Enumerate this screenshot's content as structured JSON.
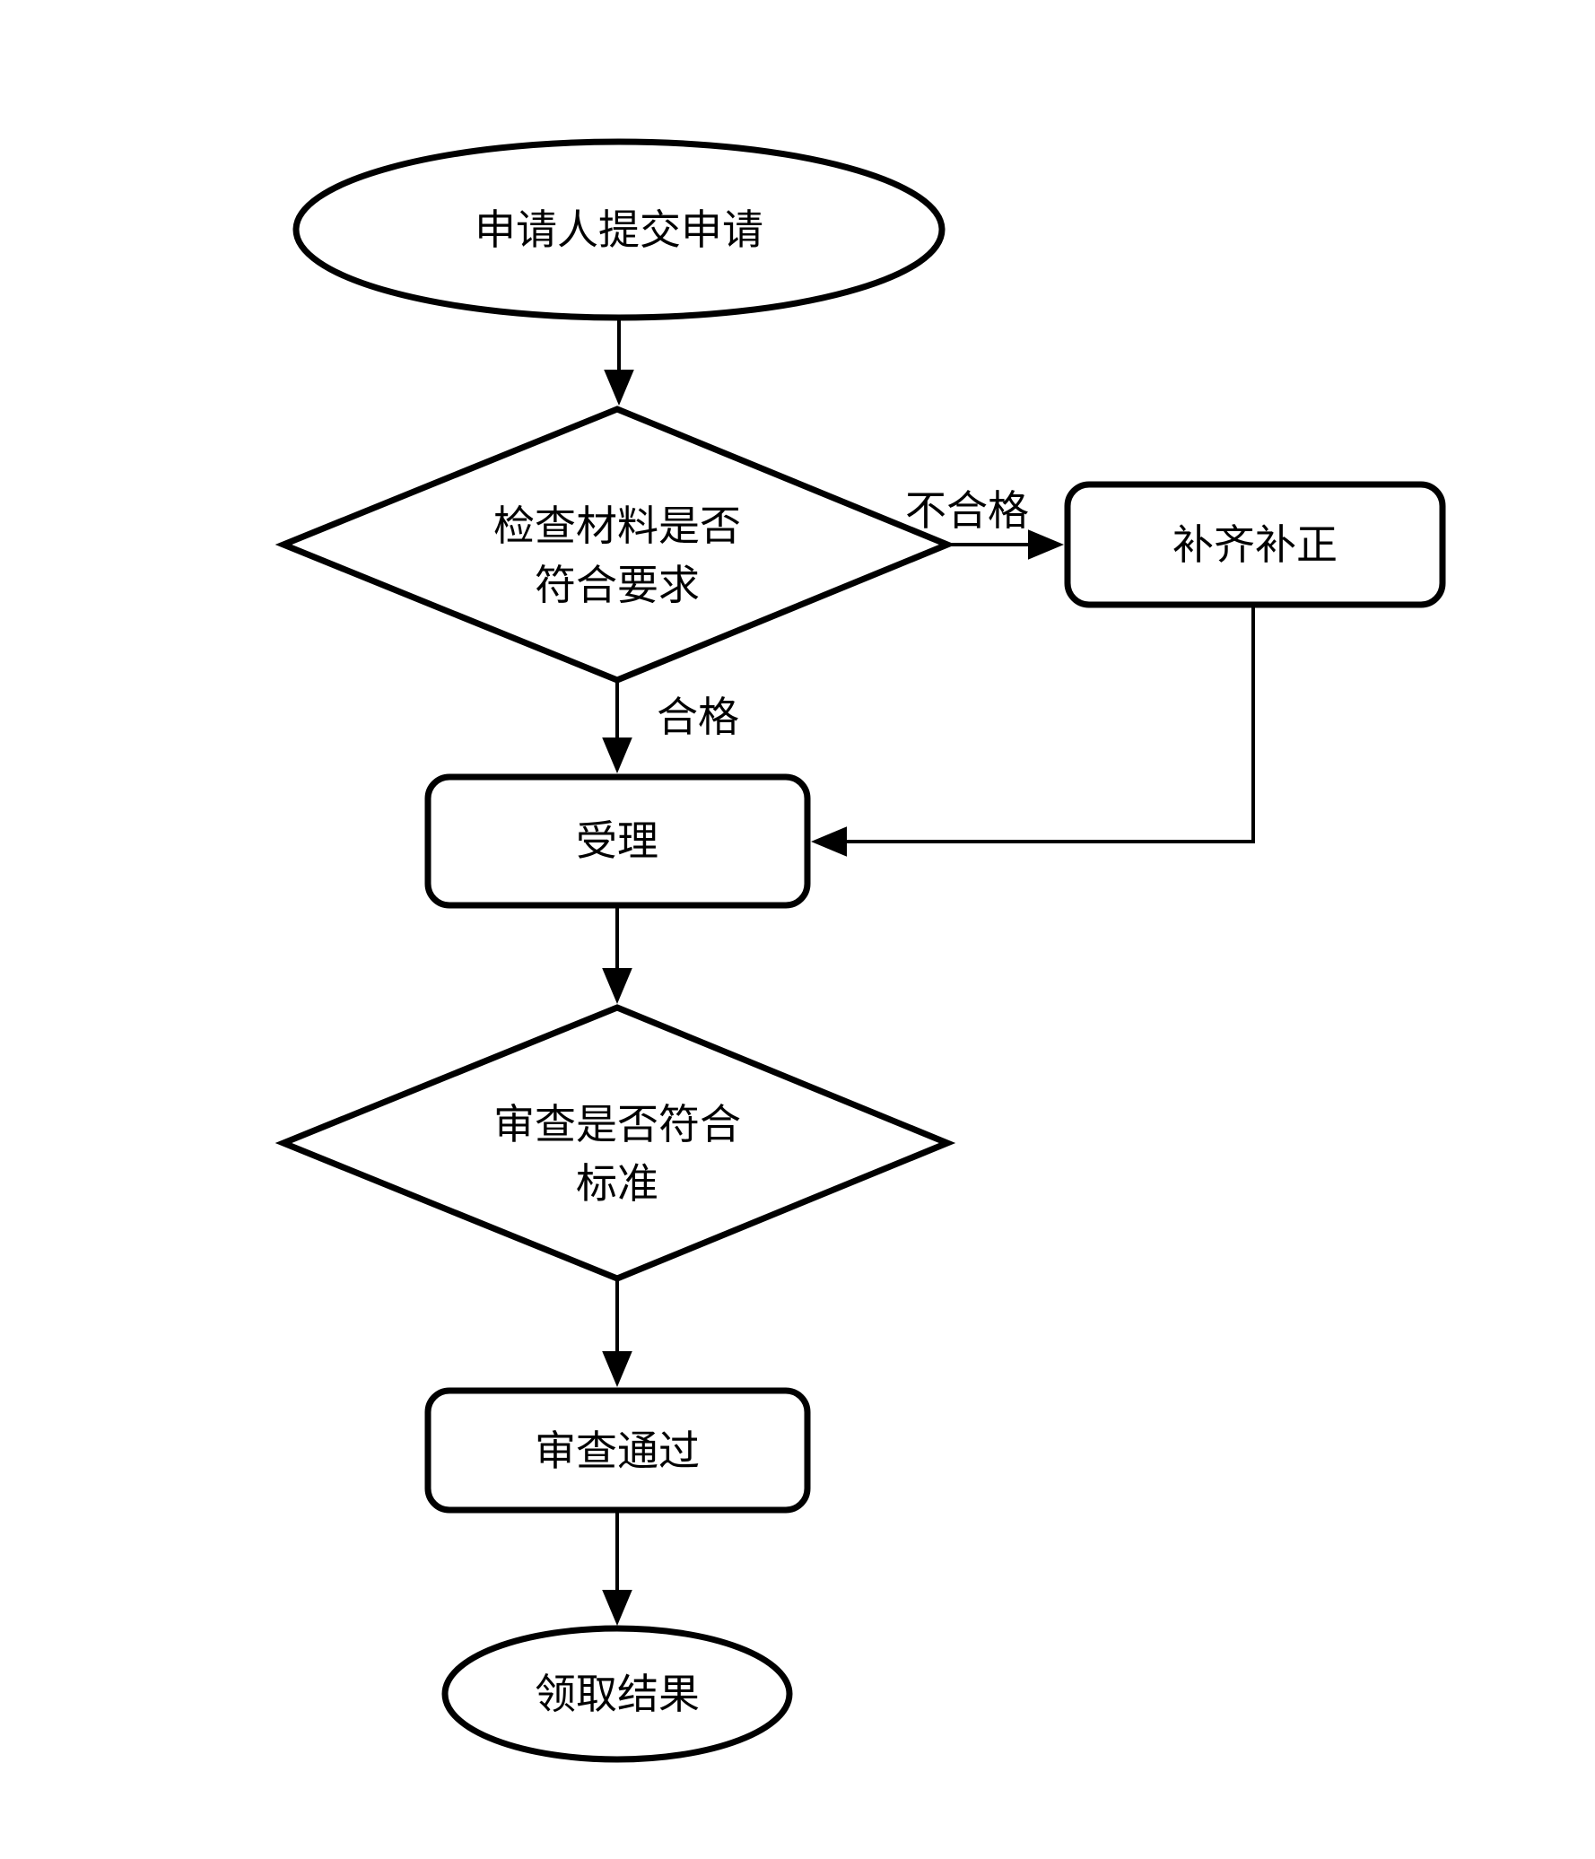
{
  "diagram": {
    "type": "flowchart",
    "colors": {
      "stroke": "#000000",
      "background": "#ffffff",
      "text": "#000000"
    },
    "nodes": {
      "start": {
        "shape": "ellipse",
        "label": "申请人提交申请"
      },
      "check": {
        "shape": "diamond",
        "label_line1": "检查材料是否",
        "label_line2": "符合要求"
      },
      "supplement": {
        "shape": "rounded-rectangle",
        "label": "补齐补正"
      },
      "accept": {
        "shape": "rounded-rectangle",
        "label": "受理"
      },
      "review": {
        "shape": "diamond",
        "label_line1": "审查是否符合",
        "label_line2": "标准"
      },
      "approved": {
        "shape": "rounded-rectangle",
        "label": "审查通过"
      },
      "end": {
        "shape": "ellipse",
        "label": "领取结果"
      }
    },
    "edge_labels": {
      "fail": "不合格",
      "pass": "合格"
    },
    "edges": [
      {
        "from": "start",
        "to": "check"
      },
      {
        "from": "check",
        "to": "supplement",
        "label": "不合格"
      },
      {
        "from": "check",
        "to": "accept",
        "label": "合格"
      },
      {
        "from": "supplement",
        "to": "accept"
      },
      {
        "from": "accept",
        "to": "review"
      },
      {
        "from": "review",
        "to": "approved"
      },
      {
        "from": "approved",
        "to": "end"
      }
    ]
  }
}
